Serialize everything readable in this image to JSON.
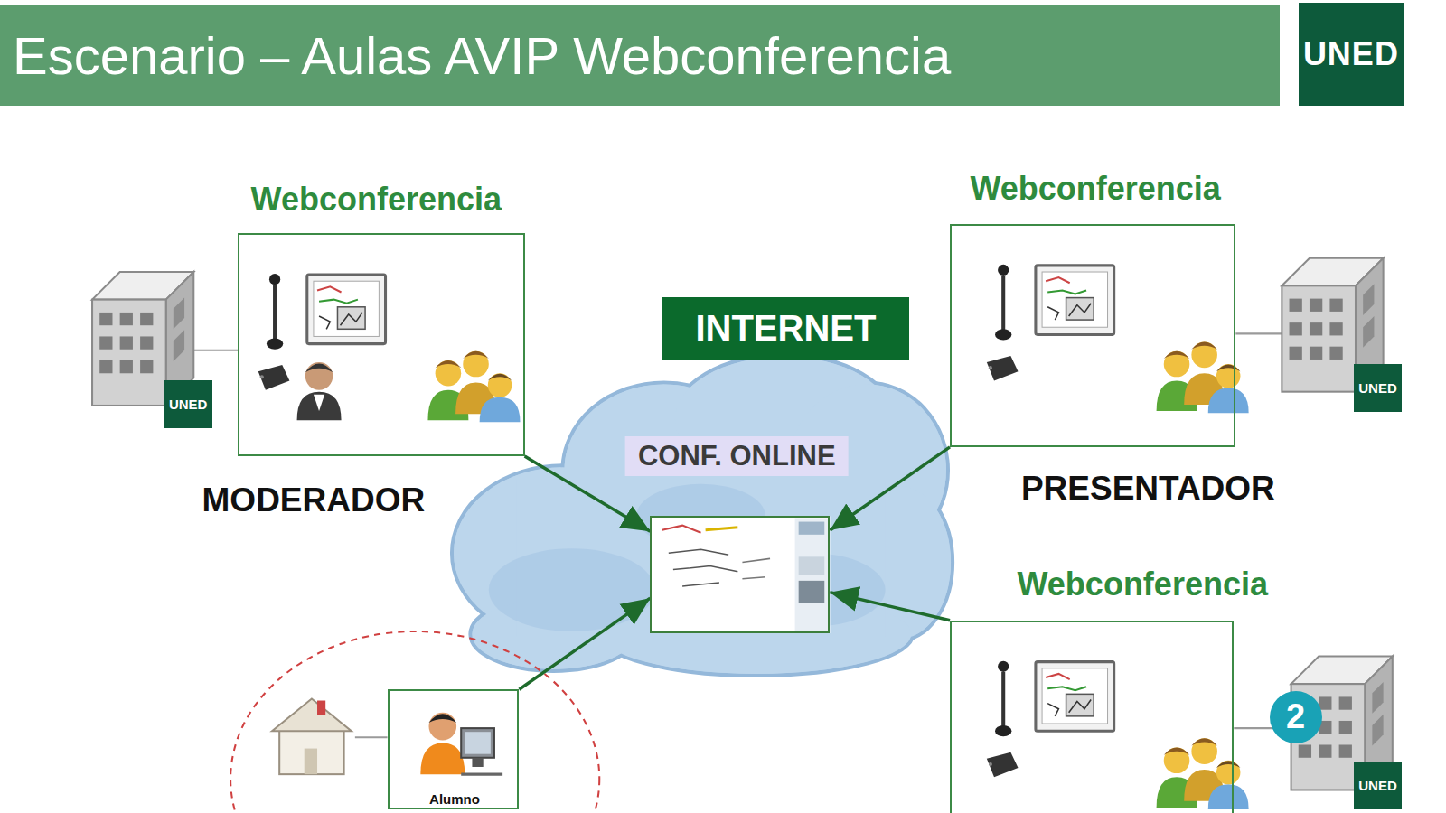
{
  "diagram": {
    "title": "Escenario – Aulas AVIP Webconferencia",
    "nodes": [
      {
        "text": [
          "UNED"
        ]
      },
      {
        "text": [
          "Webconferencia",
          "MODERADOR"
        ]
      },
      {
        "text": [
          "INTERNET"
        ]
      },
      {
        "text": [
          "Webconferencia",
          "PRESENTADOR"
        ]
      },
      {
        "text": [
          "UNED"
        ]
      },
      {
        "text": [
          "UNED"
        ]
      },
      {
        "text": [
          "CONF. ONLINE"
        ]
      },
      {
        "text": [
          "Webconferencia"
        ]
      },
      {
        "text": [
          "Alumno"
        ]
      },
      {
        "text": [
          "UNED"
        ]
      }
    ],
    "edges": [
      {
        "from": 1,
        "to": 6,
        "arrow": "to"
      },
      {
        "from": 3,
        "to": 6,
        "arrow": "to"
      },
      {
        "from": 7,
        "to": 6,
        "arrow": "to"
      },
      {
        "from": 8,
        "to": 6,
        "arrow": "to"
      }
    ],
    "labels": [
      "2"
    ]
  }
}
